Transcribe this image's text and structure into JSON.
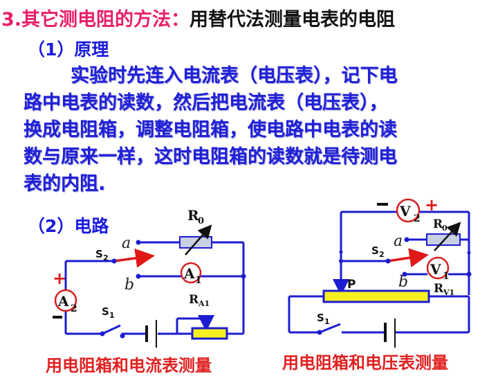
{
  "title": {
    "prefix": "3.其它测电阻的方法：",
    "main": "用替代法测量电表的电阻"
  },
  "section1": {
    "heading": "（1）原理",
    "lines": [
      "实验时先连入电流表（电压表），记下电",
      "路中电表的读数，然后把电流表（电压表），",
      "换成电阻箱，调整电阻箱，使电路中电表的读",
      "数与原来一样，这时电阻箱的读数就是待测电",
      "表的内阻."
    ]
  },
  "section2": {
    "heading": "（2）电路"
  },
  "circuit_left": {
    "caption": "用电阻箱和电流表测量",
    "labels": {
      "r0": "R",
      "r0_sub": "0",
      "a": "a",
      "b": "b",
      "s2": "S",
      "s2_sub": "2",
      "s1": "S",
      "s1_sub": "1",
      "a1": "A",
      "a1_sub": "1",
      "a2": "A",
      "a2_sub": "2",
      "ra1": "R",
      "ra1_sub": "A1",
      "plus": "+",
      "minus": "−"
    }
  },
  "circuit_right": {
    "caption": "用电阻箱和电压表测量",
    "labels": {
      "r0": "R",
      "r0_sub": "0",
      "a": "a",
      "b": "b",
      "s2": "S",
      "s2_sub": "2",
      "s1": "S",
      "s1_sub": "1",
      "v1": "V",
      "v1_sub": "1",
      "v2": "V",
      "v2_sub": "2",
      "rv1": "R",
      "rv1_sub": "V1",
      "p": "P",
      "plus": "+",
      "minus": "−"
    }
  },
  "colors": {
    "title_accent": "#e8206a",
    "body_text": "#2020d8",
    "wire": "#1c1cd0",
    "meter_ring": "#d42020",
    "switch_arrow": "#e01818",
    "rheostat_fill": "#f5f020",
    "resistor_fill": "#c8d0e4",
    "caption": "#e02020"
  }
}
